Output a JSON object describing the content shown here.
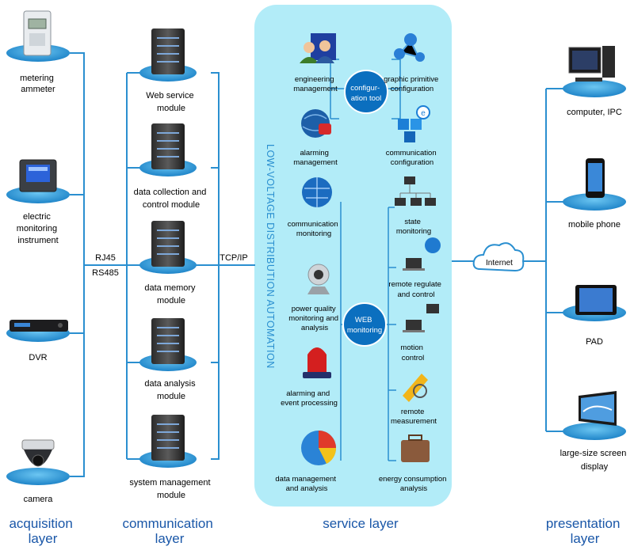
{
  "acquisition": {
    "items": [
      {
        "label": [
          "metering",
          "ammeter"
        ],
        "icon": "meter-icon"
      },
      {
        "label": [
          "electric",
          "monitoring",
          "instrument"
        ],
        "icon": "instrument-icon"
      },
      {
        "label": [
          "DVR"
        ],
        "icon": "dvr-icon"
      },
      {
        "label": [
          "camera"
        ],
        "icon": "camera-icon"
      }
    ],
    "layer_label": [
      "acquisition",
      "layer"
    ]
  },
  "protocols": {
    "rj45": "RJ45",
    "rs485": "RS485",
    "tcpip": "TCP/IP",
    "internet": "Internet"
  },
  "communication": {
    "modules": [
      [
        "Web service",
        "module"
      ],
      [
        "data collection and",
        "control module"
      ],
      [
        "data memory",
        "module"
      ],
      [
        "data analysis",
        "module"
      ],
      [
        "system management",
        "module"
      ]
    ],
    "layer_label": [
      "communication",
      "layer"
    ]
  },
  "service": {
    "vertical_title": "LOW-VOLTAGE DISTRIBUTION AUTOMATION",
    "config_hub": [
      "configur-",
      "ation tool"
    ],
    "web_hub": [
      "WEB",
      "monitoring"
    ],
    "config_items": [
      [
        "engineering",
        "management"
      ],
      [
        "graphic primitive",
        "configuration"
      ],
      [
        "alarming",
        "management"
      ],
      [
        "communication",
        "configuration"
      ]
    ],
    "left_items": [
      [
        "communication",
        "monitoring"
      ],
      [
        "power quality",
        "monitoring and",
        "analysis"
      ],
      [
        "alarming and",
        "event processing"
      ],
      [
        "data management",
        "and analysis"
      ]
    ],
    "right_items": [
      [
        "state",
        "monitoring"
      ],
      [
        "remote regulate",
        "and control"
      ],
      [
        "motion",
        "control"
      ],
      [
        "remote",
        "measurement"
      ],
      [
        "energy consumption",
        "analysis"
      ]
    ],
    "layer_label": [
      "service layer"
    ]
  },
  "presentation": {
    "items": [
      {
        "label": [
          "computer, IPC"
        ],
        "icon": "computer-icon"
      },
      {
        "label": [
          "mobile phone"
        ],
        "icon": "phone-icon"
      },
      {
        "label": [
          "PAD"
        ],
        "icon": "tablet-icon"
      },
      {
        "label": [
          "large-size screen",
          "display"
        ],
        "icon": "screen-icon"
      }
    ],
    "layer_label": [
      "presentation",
      "layer"
    ]
  },
  "colors": {
    "line": "#2a8fd0",
    "panel": "#b2ecf8",
    "layer_text": "#1a57a8",
    "pad": "#2b9ad8"
  }
}
